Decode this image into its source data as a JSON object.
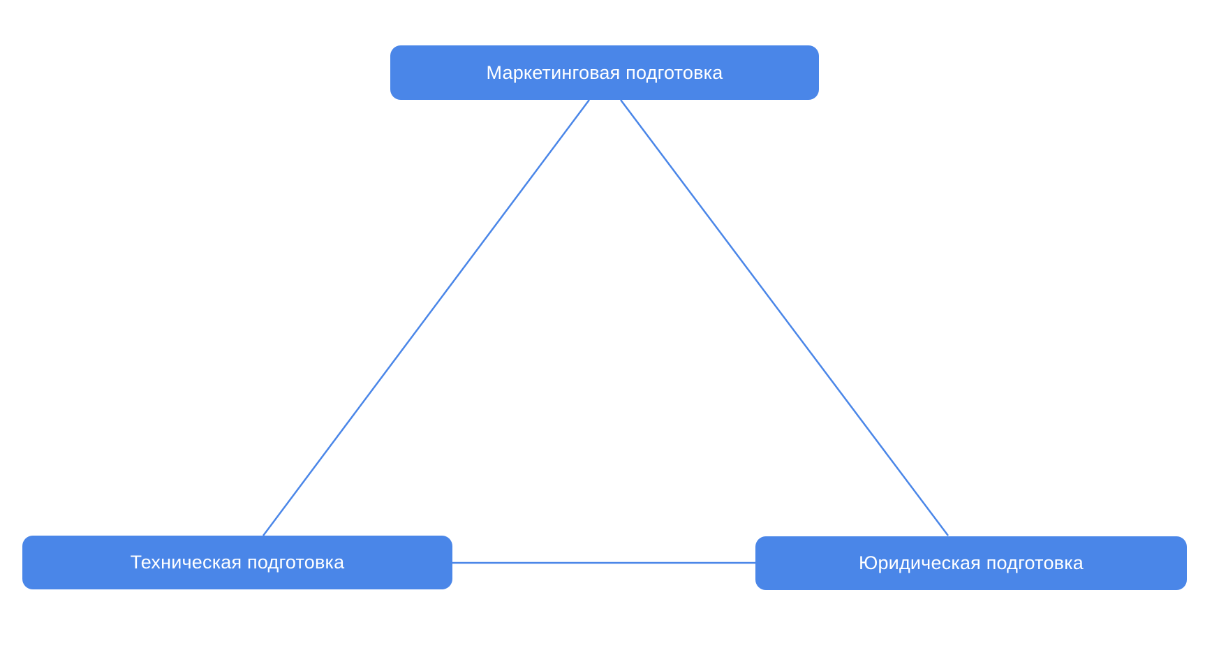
{
  "diagram": {
    "type": "triangle-mind-map",
    "background_color": "#ffffff",
    "nodes": {
      "marketing": {
        "label": "Маркетинговая подготовка"
      },
      "technical": {
        "label": "Техническая подготовка"
      },
      "legal": {
        "label": "Юридическая подготовка"
      }
    },
    "edges": [
      {
        "from": "Маркетинговая подготовка",
        "to": "Техническая подготовка"
      },
      {
        "from": "Маркетинговая подготовка",
        "to": "Юридическая подготовка"
      },
      {
        "from": "Техническая подготовка",
        "to": "Юридическая подготовка"
      }
    ],
    "colors": {
      "node_fill": "#4a86e8",
      "node_text": "#ffffff",
      "edge_stroke": "#4a86e8"
    }
  }
}
